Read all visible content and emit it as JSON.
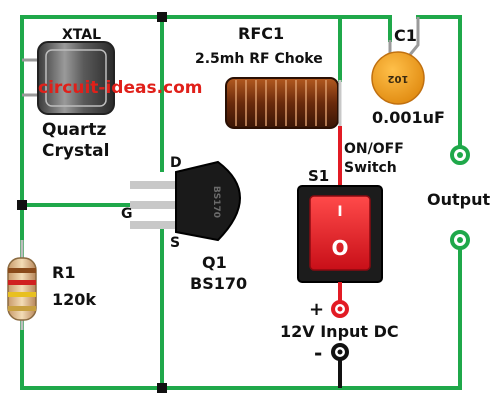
{
  "watermark": "circuit-ideas.com",
  "labels": {
    "xtal": "XTAL",
    "quartz_1": "Quartz",
    "quartz_2": "Crystal",
    "rfc": "RFC1",
    "rfc_value": "2.5mh RF Choke",
    "cap": "C1",
    "cap_value": "0.001uF",
    "cap_code": "102",
    "switch_1": "ON/OFF",
    "switch_2": "Switch",
    "switch_ref": "S1",
    "switch_on_mark": "I",
    "switch_off_mark": "O",
    "pin_d": "D",
    "pin_g": "G",
    "pin_s": "S",
    "transistor_marking": "BS170",
    "q_ref": "Q1",
    "q_part": "BS170",
    "output": "Output",
    "resistor_ref": "R1",
    "resistor_value": "120k",
    "plus": "+",
    "minus": "-",
    "input": "12V Input DC"
  },
  "colors": {
    "wire": "#1fa84a",
    "capacitor": "#f29a1f",
    "coil": "#8a3b12",
    "switch_body": "#e21b24",
    "terminal_positive": "#e21b24",
    "terminal_negative": "#111111",
    "brand": "#e0201a"
  }
}
